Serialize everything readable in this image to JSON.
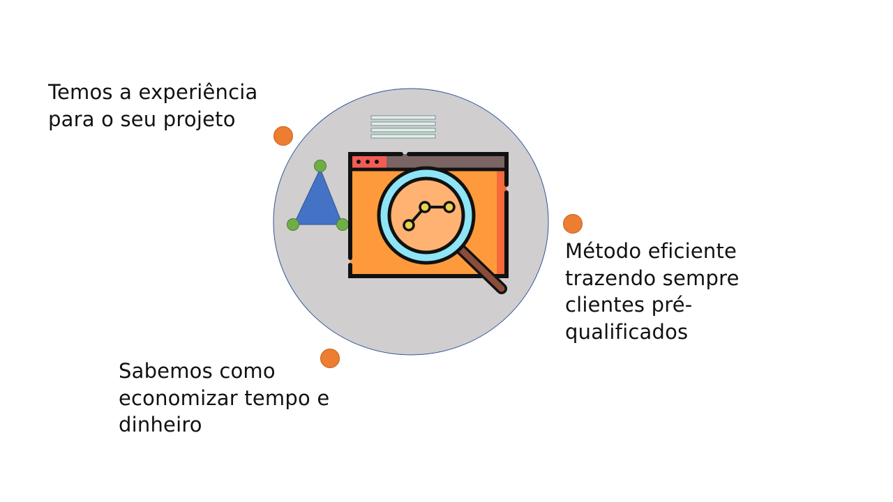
{
  "captions": {
    "top_left": "Temos a experiência para o seu projeto",
    "right": "Método eficiente trazendo sempre clientes pré-qualificados",
    "bottom": "Sabemos como economizar tempo e dinheiro"
  },
  "icons": [
    "magnifying-glass-chart-icon",
    "browser-window-icon",
    "triangle-network-icon",
    "text-lines-icon"
  ],
  "colors": {
    "accent_dot": "#ED7D31",
    "circle_fill": "#D0CECE",
    "circle_stroke": "#2F5597",
    "triangle": "#4472C4",
    "triangle_nodes": "#70AD47",
    "window_body": "#FF9A3C",
    "window_bar": "#7B6464",
    "lens_ring": "#8EE5F5",
    "lens_fill": "#FFB272"
  }
}
